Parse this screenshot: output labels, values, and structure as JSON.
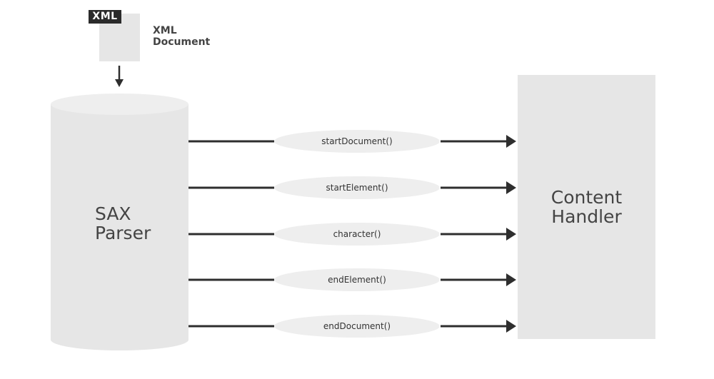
{
  "document": {
    "tag": "XML",
    "label_line1": "XML",
    "label_line2": "Document"
  },
  "parser": {
    "label_line1": "SAX",
    "label_line2": "Parser"
  },
  "handler": {
    "label_line1": "Content",
    "label_line2": "Handler"
  },
  "events": [
    {
      "label": "startDocument()"
    },
    {
      "label": "startElement()"
    },
    {
      "label": "character()"
    },
    {
      "label": "endElement()"
    },
    {
      "label": "endDocument()"
    }
  ],
  "colors": {
    "shape_fill": "#e6e6e6",
    "cylinder_top": "#eeeeee",
    "arrow": "#2e2e2e",
    "text": "#444444"
  }
}
